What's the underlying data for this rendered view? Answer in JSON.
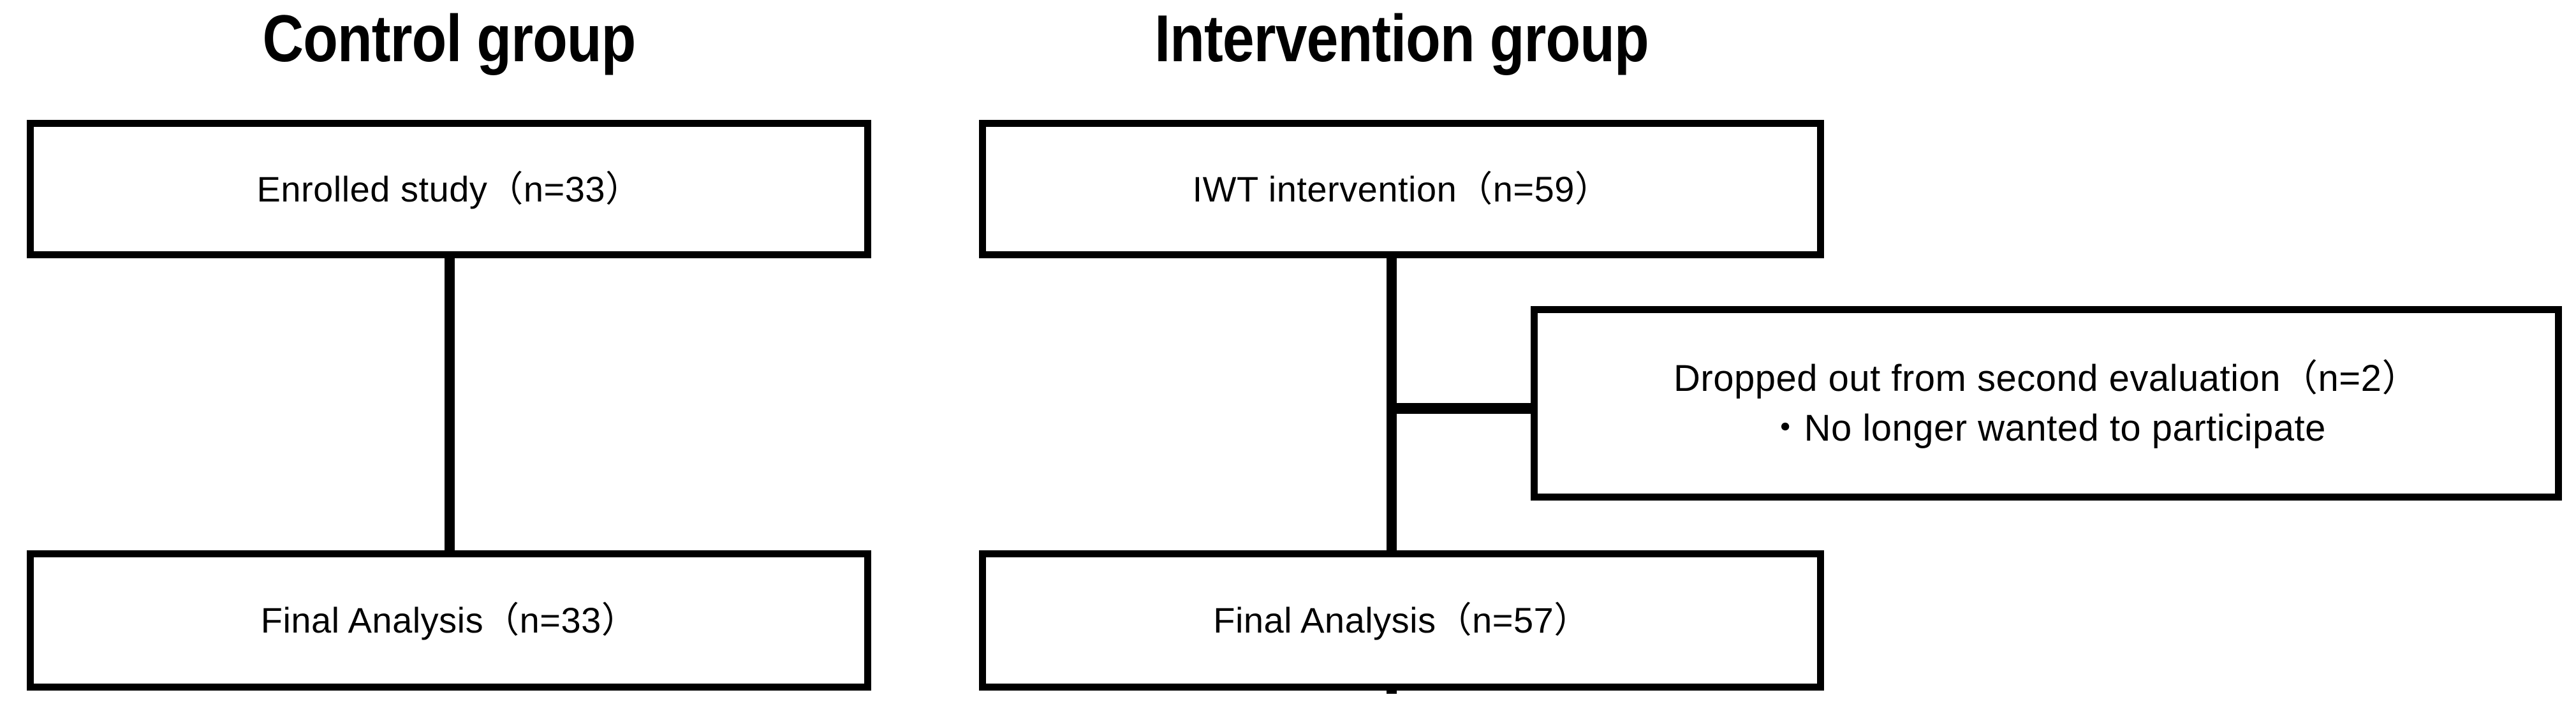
{
  "diagram": {
    "title_control": "Control group",
    "title_intervention": "Intervention group",
    "boxes": {
      "enrolled": {
        "text": "Enrolled study（n=33）"
      },
      "iwt": {
        "text": "IWT intervention（n=59）"
      },
      "dropped": {
        "line1": "Dropped out from second evaluation（n=2）",
        "line2": "・No longer wanted to participate"
      },
      "final_control": {
        "text": "Final Analysis（n=33）"
      },
      "final_intervention": {
        "text": "Final Analysis（n=57）"
      }
    },
    "colors": {
      "stroke": "#000000",
      "fill": "#FFFFFF",
      "text": "#000000"
    }
  },
  "chart_data": {
    "type": "diagram",
    "title": "",
    "flow_type": "participant-flow-consort",
    "arms": [
      {
        "name": "Control group",
        "nodes": [
          {
            "id": "enrolled",
            "label": "Enrolled study（n=33）",
            "n": 33
          },
          {
            "id": "final_control",
            "label": "Final Analysis（n=33）",
            "n": 33
          }
        ],
        "edges": [
          {
            "from": "enrolled",
            "to": "final_control",
            "type": "vertical"
          }
        ]
      },
      {
        "name": "Intervention group",
        "nodes": [
          {
            "id": "iwt",
            "label": "IWT intervention（n=59）",
            "n": 59
          },
          {
            "id": "dropped",
            "label": "Dropped out from second evaluation（n=2）",
            "n": 2,
            "reasons": [
              "No longer wanted to participate"
            ]
          },
          {
            "id": "final_intervention",
            "label": "Final Analysis（n=57）",
            "n": 57
          }
        ],
        "edges": [
          {
            "from": "iwt",
            "to": "final_intervention",
            "type": "vertical"
          },
          {
            "from": "iwt",
            "to": "dropped",
            "type": "branch-right"
          }
        ]
      }
    ]
  }
}
